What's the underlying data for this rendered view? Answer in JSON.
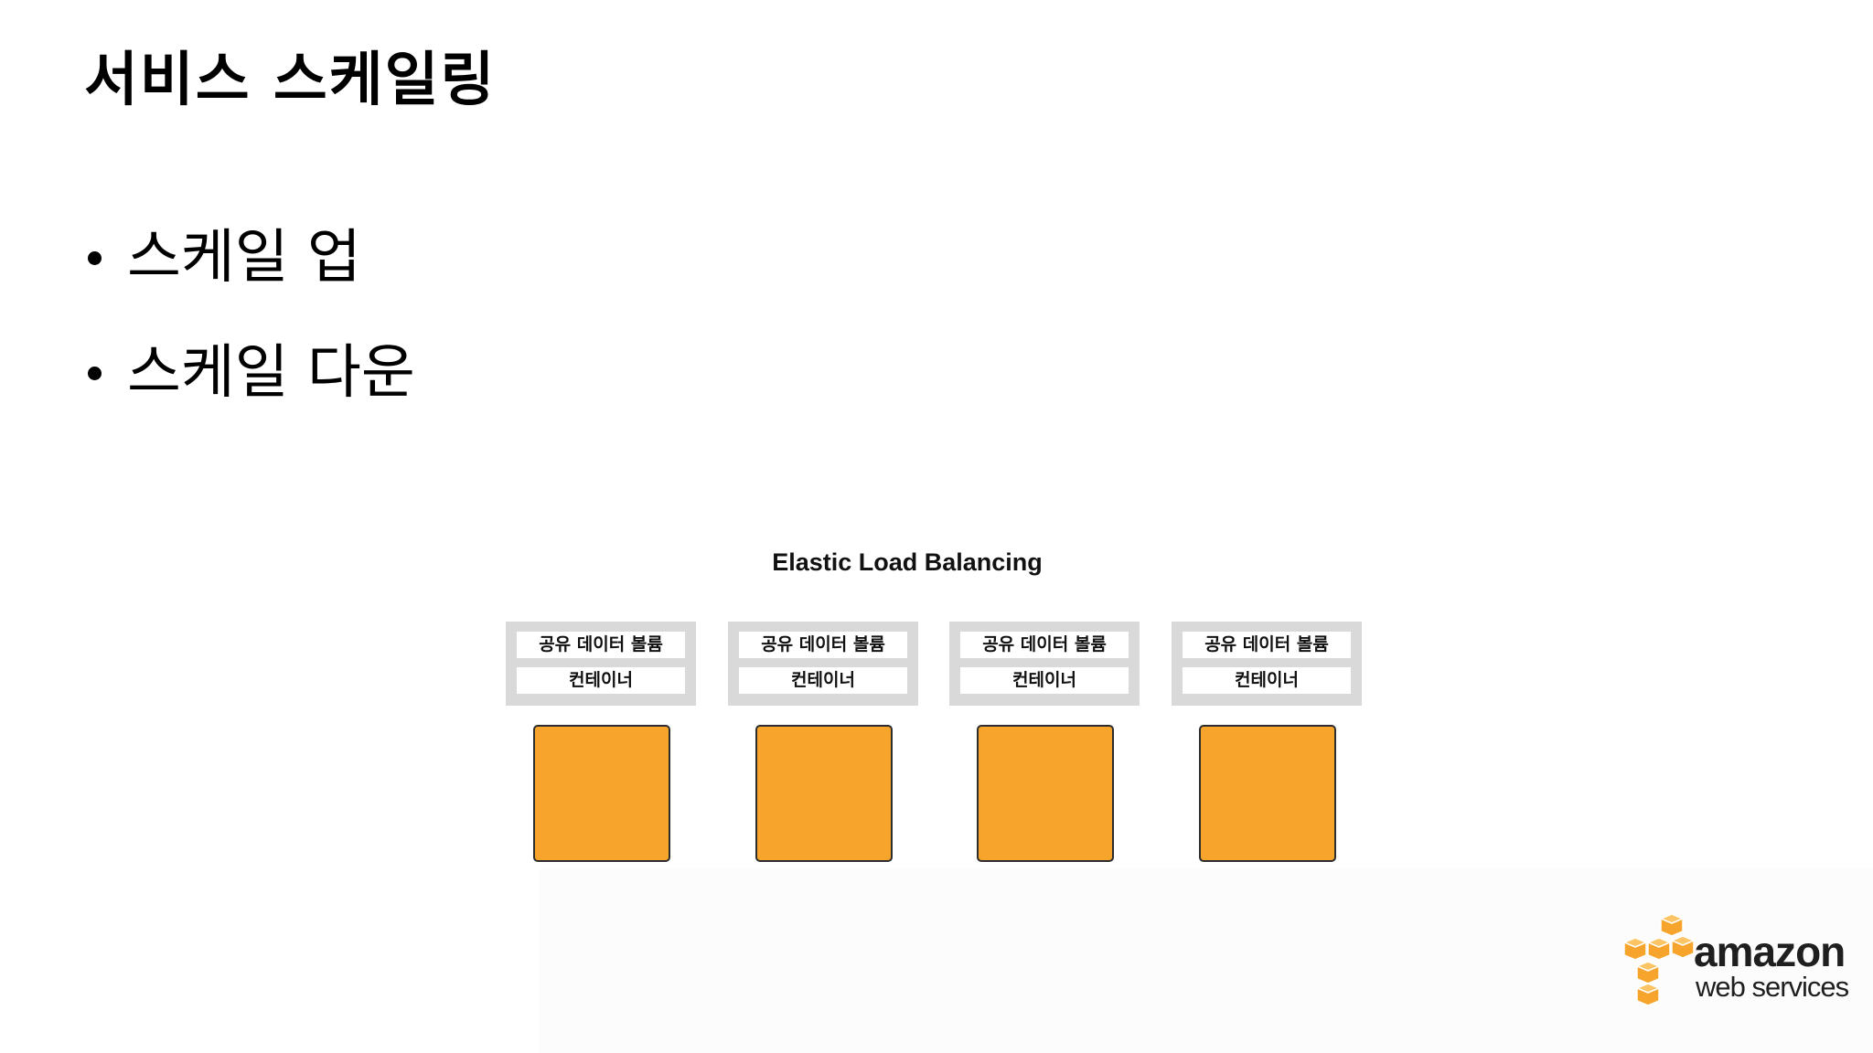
{
  "slide": {
    "title": "서비스 스케일링",
    "bullets": [
      "스케일 업",
      "스케일 다운"
    ]
  },
  "diagram": {
    "load_balancer_label": "Elastic Load Balancing",
    "nodes": [
      {
        "volume_label": "공유 데이터 볼륨",
        "container_label": "컨테이너"
      },
      {
        "volume_label": "공유 데이터 볼륨",
        "container_label": "컨테이너"
      },
      {
        "volume_label": "공유 데이터 볼륨",
        "container_label": "컨테이너"
      },
      {
        "volume_label": "공유 데이터 볼륨",
        "container_label": "컨테이너"
      }
    ],
    "colors": {
      "instance": "#f7a42c",
      "stack_background": "#d9d9d9",
      "logo_cube": "#f7a42c"
    }
  },
  "logo": {
    "line1": "amazon",
    "line2": "web services"
  }
}
